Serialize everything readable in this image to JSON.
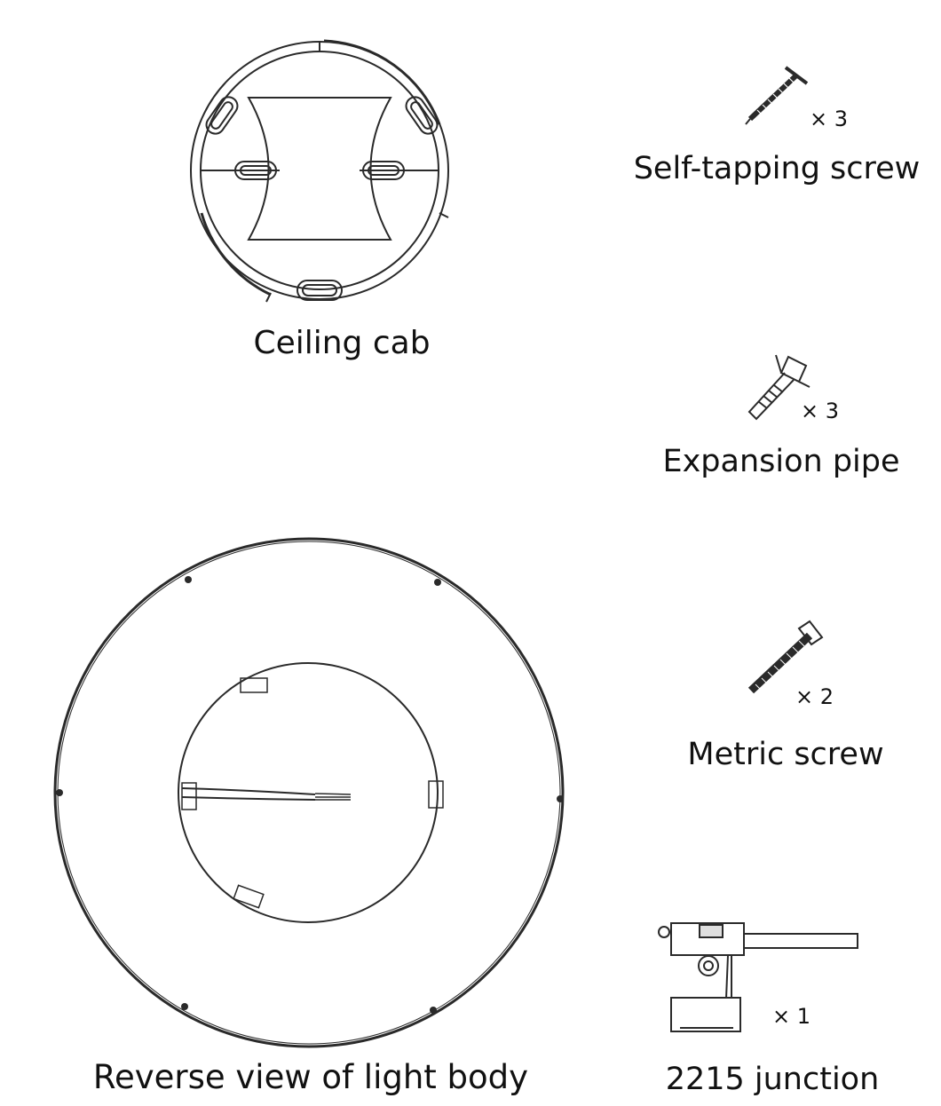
{
  "parts": {
    "ceiling_cab": {
      "label": "Ceiling cab"
    },
    "self_tapping_screw": {
      "label": "Self-tapping screw",
      "qty": "× 3"
    },
    "expansion_pipe": {
      "label": "Expansion pipe",
      "qty": "× 3"
    },
    "metric_screw": {
      "label": "Metric screw",
      "qty": "× 2"
    },
    "light_body": {
      "label": "Reverse view of light body"
    },
    "junction": {
      "label": "2215 junction",
      "qty": "× 1"
    }
  },
  "colors": {
    "line": "#2a2a2a",
    "background": "#ffffff"
  }
}
